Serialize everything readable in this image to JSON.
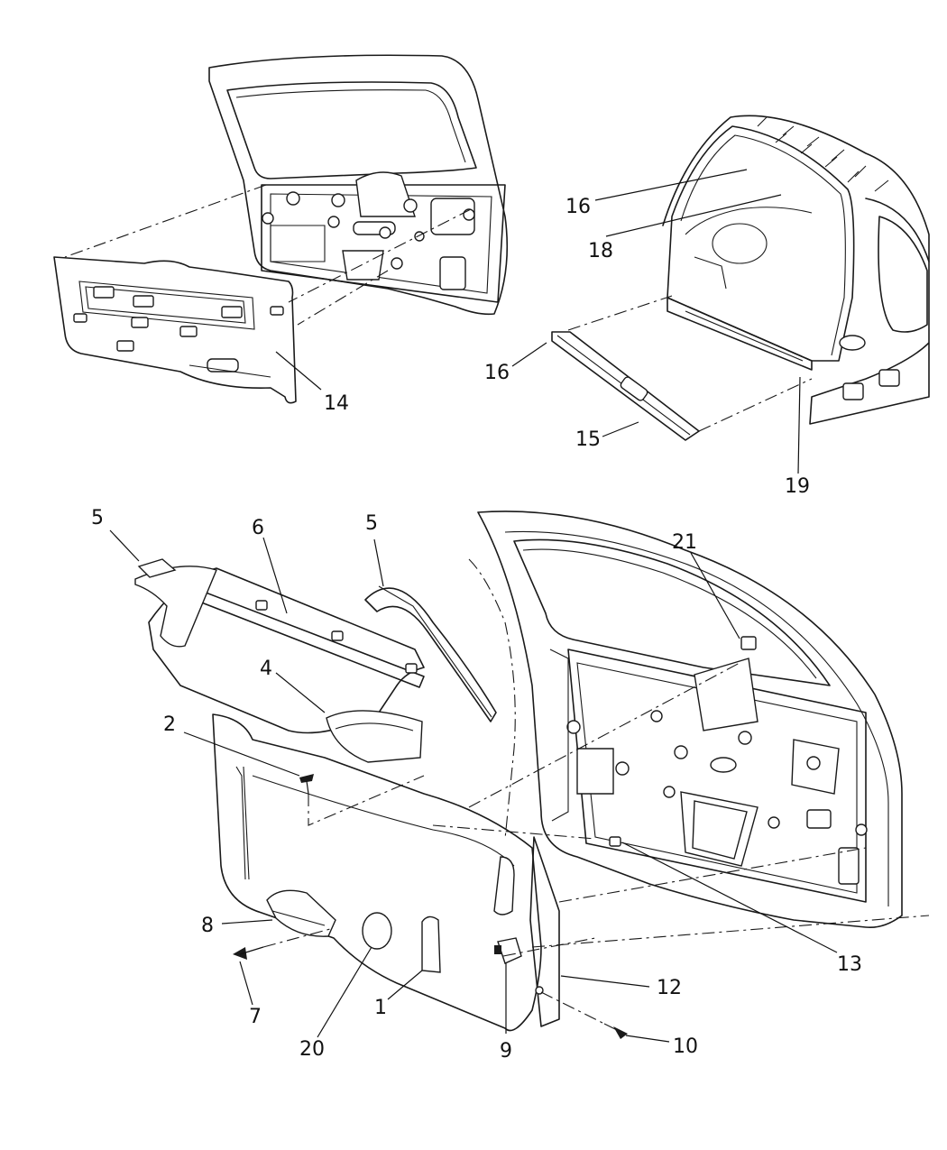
{
  "callouts": [
    {
      "id": "c16a",
      "label": "16"
    },
    {
      "id": "c18",
      "label": "18"
    },
    {
      "id": "c16b",
      "label": "16"
    },
    {
      "id": "c14",
      "label": "14"
    },
    {
      "id": "c15",
      "label": "15"
    },
    {
      "id": "c19",
      "label": "19"
    },
    {
      "id": "c5a",
      "label": "5"
    },
    {
      "id": "c6",
      "label": "6"
    },
    {
      "id": "c5b",
      "label": "5"
    },
    {
      "id": "c21",
      "label": "21"
    },
    {
      "id": "c4",
      "label": "4"
    },
    {
      "id": "c2",
      "label": "2"
    },
    {
      "id": "c8",
      "label": "8"
    },
    {
      "id": "c7",
      "label": "7"
    },
    {
      "id": "c20",
      "label": "20"
    },
    {
      "id": "c1",
      "label": "1"
    },
    {
      "id": "c9",
      "label": "9"
    },
    {
      "id": "c12",
      "label": "12"
    },
    {
      "id": "c10",
      "label": "10"
    },
    {
      "id": "c13",
      "label": "13"
    }
  ]
}
